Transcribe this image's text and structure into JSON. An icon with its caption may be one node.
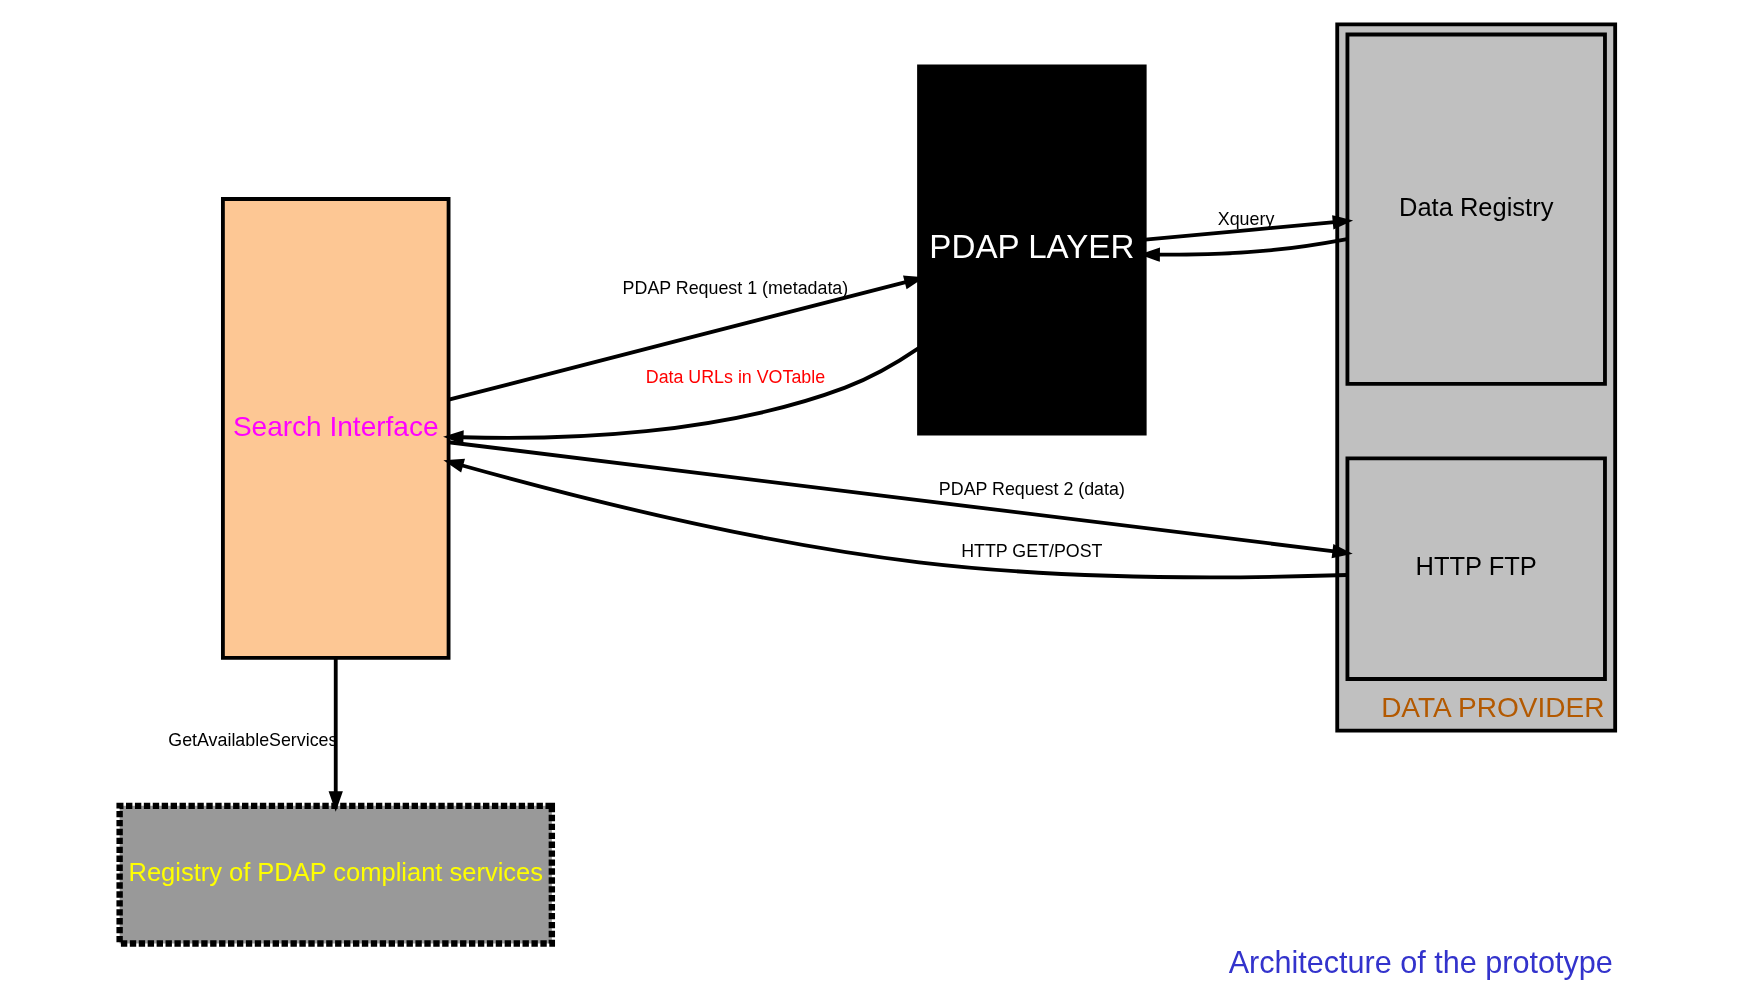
{
  "diagram": {
    "caption": "Architecture of the prototype",
    "nodes": [
      {
        "text": [
          "Search Interface"
        ]
      },
      {
        "text": [
          "PDAP LAYER"
        ]
      },
      {
        "text": [
          "DATA PROVIDER"
        ]
      },
      {
        "text": [
          "Data Registry"
        ],
        "in": 2
      },
      {
        "text": [
          "HTTP FTP"
        ],
        "in": 2
      },
      {
        "text": [
          "Registry of PDAP compliant services"
        ]
      }
    ],
    "edges": [
      {
        "from": 0,
        "to": 1,
        "arrow": "to",
        "label": "PDAP Request 1 (metadata)"
      },
      {
        "from": 1,
        "to": 0,
        "arrow": "to",
        "label": "Data URLs in VOTable"
      },
      {
        "from": 1,
        "to": 3,
        "arrow": "to",
        "label": "Xquery"
      },
      {
        "from": 3,
        "to": 1,
        "arrow": "to"
      },
      {
        "from": 0,
        "to": 4,
        "arrow": "to",
        "label": "PDAP Request 2 (data)"
      },
      {
        "from": 4,
        "to": 0,
        "arrow": "to",
        "label": "HTTP GET/POST"
      },
      {
        "from": 0,
        "to": 5,
        "arrow": "to",
        "label": "GetAvailableServices"
      }
    ]
  }
}
